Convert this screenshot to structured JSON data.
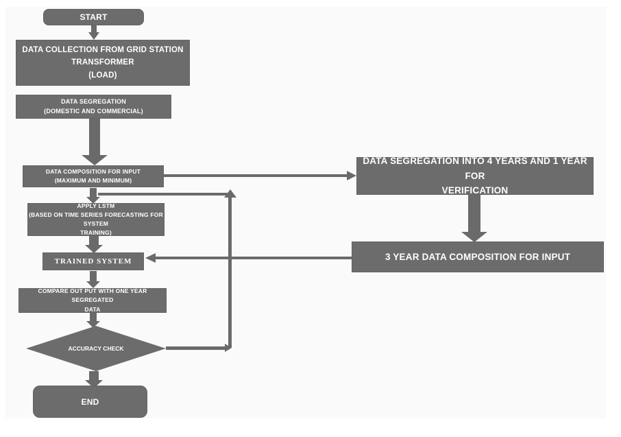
{
  "diagram": {
    "type": "flowchart",
    "colors": {
      "node_fill": "#6c6c6c",
      "node_text": "#ffffff",
      "arrow": "#6a6a6a",
      "canvas_background": "#fafafa"
    },
    "nodes": {
      "start": {
        "shape": "terminator",
        "label": "START"
      },
      "data_collection": {
        "shape": "process",
        "lines": [
          "DATA COLLECTION FROM GRID STATION",
          "TRANSFORMER",
          "(LOAD)"
        ]
      },
      "data_segregation": {
        "shape": "process",
        "lines": [
          "DATA SEGREGATION",
          "(DOMESTIC AND COMMERCIAL)"
        ]
      },
      "data_composition": {
        "shape": "process",
        "lines": [
          "DATA COMPOSITION FOR INPUT",
          "(MAXIMUM AND MINIMUM)"
        ]
      },
      "apply_lstm": {
        "shape": "process",
        "lines": [
          "APPLY LSTM",
          "(BASED ON TIME SERIES FORECASTING FOR SYSTEM",
          "TRAINING)"
        ]
      },
      "trained_system": {
        "shape": "process",
        "label": "TRAINED  SYSTEM"
      },
      "compare_output": {
        "shape": "process",
        "lines": [
          "COMPARE OUT PUT WITH ONE YEAR SEGREGATED",
          "DATA"
        ]
      },
      "accuracy_check": {
        "shape": "decision",
        "label": "ACCURACY CHECK"
      },
      "end": {
        "shape": "terminator",
        "label": "END"
      },
      "segregation_4_years": {
        "shape": "process",
        "lines": [
          "DATA SEGREGATION INTO 4 YEARS AND 1 YEAR FOR",
          "VERIFICATION"
        ]
      },
      "three_year_composition": {
        "shape": "process",
        "label": "3  YEAR DATA COMPOSITION FOR INPUT"
      }
    },
    "edges": [
      {
        "from": "start",
        "to": "data_collection"
      },
      {
        "from": "data_segregation",
        "to": "data_composition"
      },
      {
        "from": "data_composition",
        "to": "segregation_4_years"
      },
      {
        "from": "segregation_4_years",
        "to": "three_year_composition"
      },
      {
        "from": "three_year_composition",
        "to": "trained_system"
      },
      {
        "from": "data_composition",
        "to": "apply_lstm"
      },
      {
        "from": "apply_lstm",
        "to": "trained_system"
      },
      {
        "from": "trained_system",
        "to": "compare_output"
      },
      {
        "from": "compare_output",
        "to": "accuracy_check"
      },
      {
        "from": "accuracy_check",
        "to": "end"
      },
      {
        "from": "accuracy_check",
        "to": "apply_lstm",
        "note": "feedback loop"
      }
    ]
  }
}
